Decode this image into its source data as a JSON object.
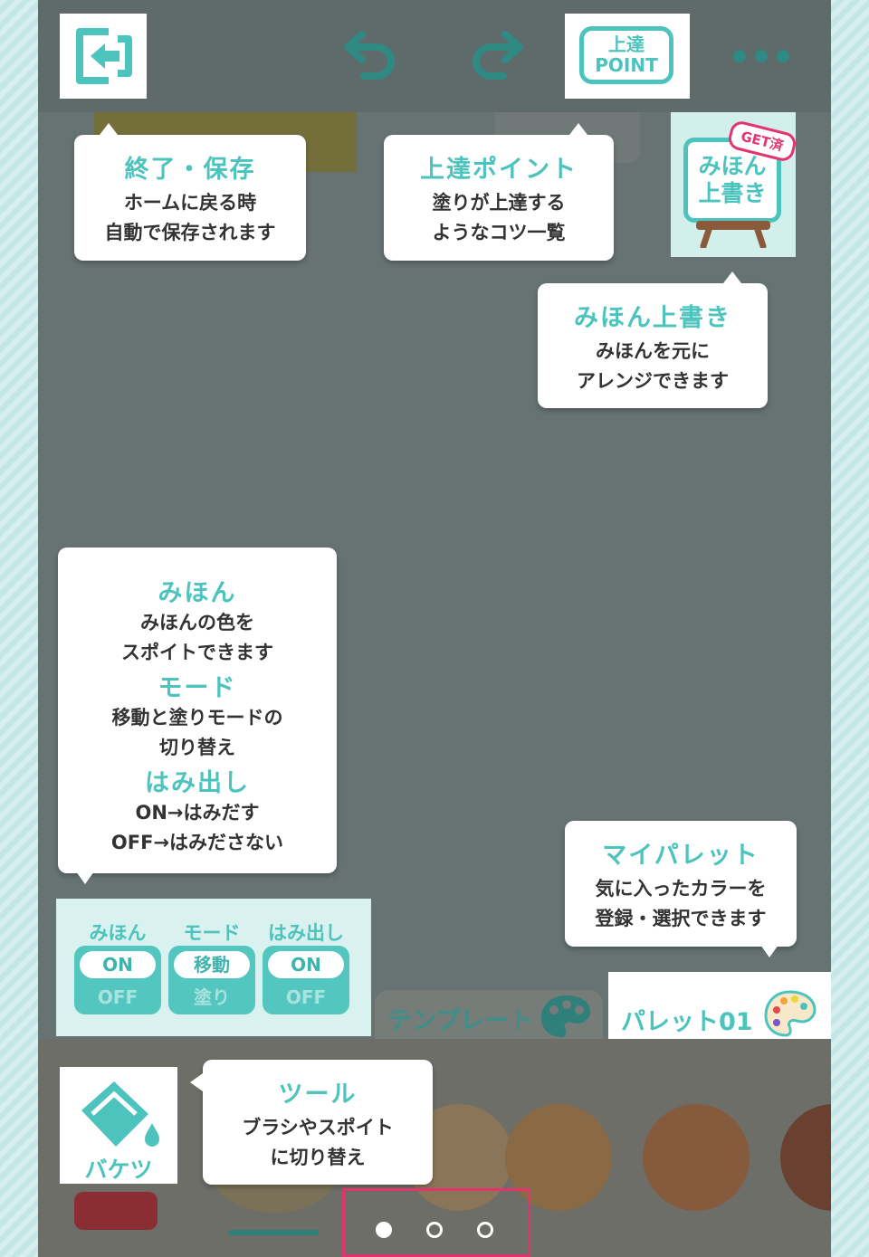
{
  "toolbar": {
    "exit_icon": "exit-door-icon",
    "undo_icon": "undo-arrow-icon",
    "redo_icon": "redo-arrow-icon",
    "point_button_line1": "上達",
    "point_button_line2": "POINT",
    "more_icon": "more-dots-icon"
  },
  "sample_overwrite_button": {
    "badge": "GET済",
    "line1": "みほん",
    "line2": "上書き"
  },
  "tooltips": {
    "exit": {
      "heading": "終了・保存",
      "lines": [
        "ホームに戻る時",
        "自動で保存されます"
      ]
    },
    "point": {
      "heading": "上達ポイント",
      "lines": [
        "塗りが上達する",
        "ようなコツ一覧"
      ]
    },
    "overwrite": {
      "heading": "みほん上書き",
      "lines": [
        "みほんを元に",
        "アレンジできます"
      ]
    },
    "modes": {
      "sections": [
        {
          "heading": "みほん",
          "lines": [
            "みほんの色を",
            "スポイトできます"
          ]
        },
        {
          "heading": "モード",
          "lines": [
            "移動と塗りモードの",
            "切り替え"
          ]
        },
        {
          "heading": "はみ出し",
          "lines": [
            "ON→はみだす",
            "OFF→はみださない"
          ]
        }
      ]
    },
    "palette": {
      "heading": "マイパレット",
      "lines": [
        "気に入ったカラーを",
        "登録・選択できます"
      ]
    },
    "tool": {
      "heading": "ツール",
      "lines": [
        "ブラシやスポイト",
        "に切り替え"
      ]
    }
  },
  "toggles": [
    {
      "label": "みほん",
      "top": "ON",
      "bottom": "OFF"
    },
    {
      "label": "モード",
      "top": "移動",
      "bottom": "塗り"
    },
    {
      "label": "はみ出し",
      "top": "ON",
      "bottom": "OFF"
    }
  ],
  "tabs": {
    "template": "テンプレート",
    "palette": "パレット01",
    "palette_icon": "paint-palette-icon"
  },
  "tool_button": {
    "label": "バケツ",
    "icon": "paint-bucket-icon"
  },
  "current_color": "#8a2e33",
  "swatches": [
    "#8a7558",
    "#8a6a45",
    "#855a3d",
    "#6a4030"
  ],
  "page_indicator": {
    "current": 1,
    "total": 3
  },
  "colors": {
    "accent": "#4cc3bd",
    "accent_dark": "#2f958e",
    "highlight_border": "#e2356f"
  }
}
